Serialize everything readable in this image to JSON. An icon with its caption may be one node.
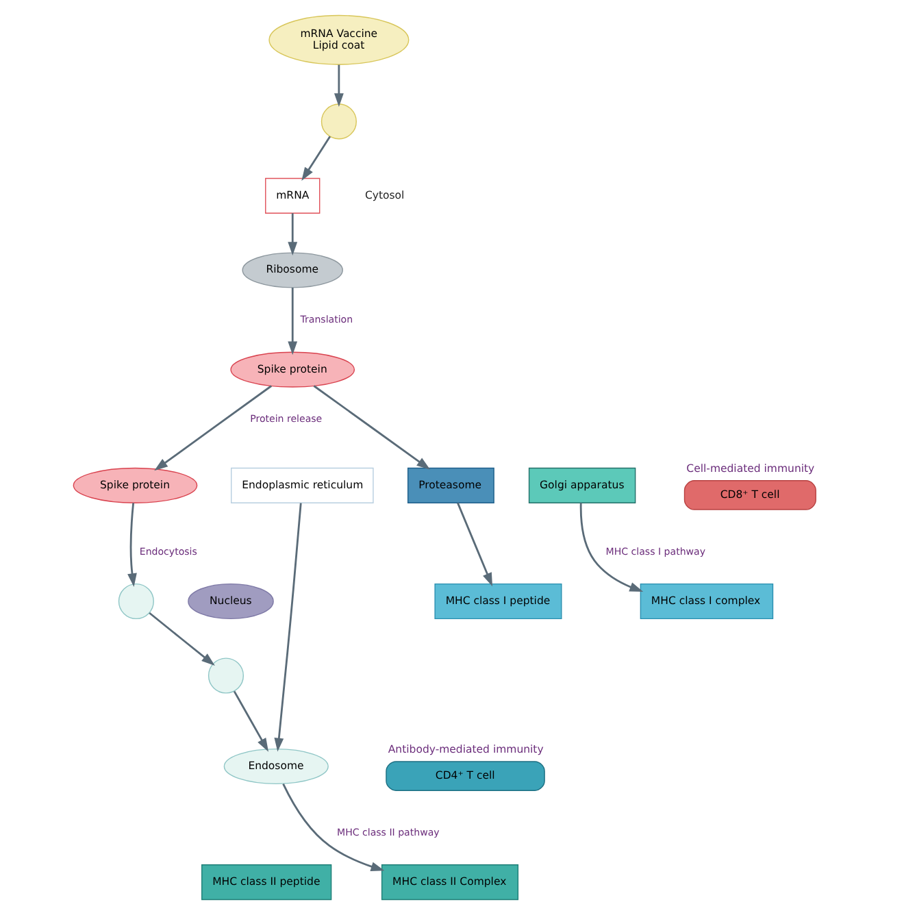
{
  "diagram": {
    "nodes": [
      {
        "text": [
          "mRNA Vaccine",
          "Lipid coat"
        ]
      },
      {
        "text": [],
        "shape": "circle"
      },
      {
        "text": [
          "mRNA"
        ]
      },
      {
        "text": [
          "Ribosome"
        ]
      },
      {
        "text": [
          "Spike protein"
        ]
      },
      {
        "text": [
          "Spike protein"
        ]
      },
      {
        "text": [
          "Proteasome"
        ]
      },
      {
        "text": [
          "MHC class I peptide"
        ]
      },
      {
        "text": [
          "MHC class I complex"
        ]
      },
      {
        "text": [
          "Cell-mediated immunity",
          "CD8⁺ T cell"
        ]
      },
      {
        "text": [],
        "shape": "circle"
      },
      {
        "text": [],
        "shape": "circle"
      },
      {
        "text": [
          "Endosome"
        ]
      },
      {
        "text": [
          "MHC class II peptide"
        ]
      },
      {
        "text": [
          "MHC class II Complex"
        ]
      },
      {
        "text": [
          "Antibody-mediated immunity",
          "CD4⁺ T cell"
        ]
      },
      {
        "text": [
          "Golgi apparatus"
        ]
      },
      {
        "text": [
          "Endoplasmic reticulum"
        ]
      },
      {
        "text": [
          "Nucleus"
        ]
      }
    ],
    "edges": [
      {
        "from": 0,
        "to": 1,
        "arrow": "to"
      },
      {
        "from": 1,
        "to": 2,
        "arrow": "to"
      },
      {
        "from": 2,
        "to": 3,
        "arrow": "to"
      },
      {
        "from": 3,
        "to": 4,
        "arrow": "to",
        "label": "Translation"
      },
      {
        "from": 4,
        "to": 5,
        "arrow": "to",
        "label": "Protein release"
      },
      {
        "from": 4,
        "to": 6,
        "arrow": "to"
      },
      {
        "from": 6,
        "to": 7,
        "arrow": "to"
      },
      {
        "from": 16,
        "to": 8,
        "arrow": "to",
        "label": "MHC class I pathway"
      },
      {
        "from": 5,
        "to": 10,
        "arrow": "to",
        "label": "Endocytosis"
      },
      {
        "from": 10,
        "to": 11,
        "arrow": "to"
      },
      {
        "from": 11,
        "to": 12,
        "arrow": "to"
      },
      {
        "from": 17,
        "to": 12,
        "arrow": "to"
      },
      {
        "from": 12,
        "to": 14,
        "arrow": "to",
        "label": "MHC class II pathway"
      }
    ],
    "labels": [
      "Cytosol"
    ]
  }
}
